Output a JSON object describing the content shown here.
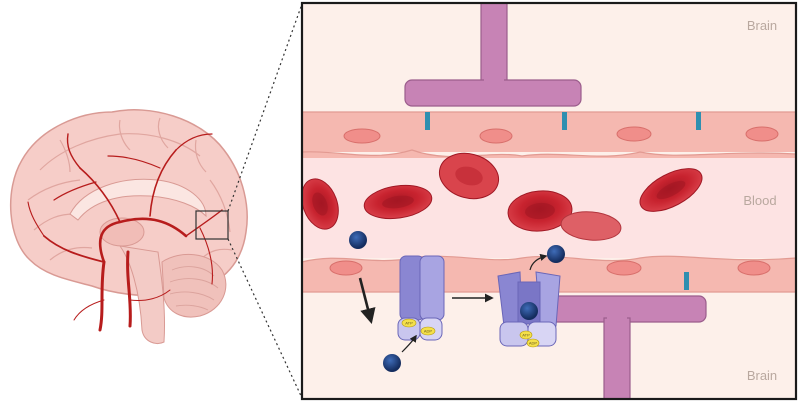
{
  "labels": {
    "brain_top": "Brain",
    "blood": "Blood",
    "brain_bottom": "Brain"
  },
  "transporter_atp": [
    "ATP",
    "ADP",
    "ATP",
    "ADP"
  ],
  "colors": {
    "brain_tissue": "#fdf0ea",
    "blood_lumen": "#fde3e3",
    "endothelium": "#f5b8b0",
    "red_blood_cell": "#c8232f",
    "transporter": "#8a86d2",
    "molecule": "#1e3f80",
    "neuron_process": "#c783b5",
    "tight_junction": "#2f8fb0",
    "artery": "#b71c1c"
  },
  "icons": [
    "brain-illustration",
    "zoom-box",
    "red-blood-cell",
    "efflux-transporter",
    "drug-molecule"
  ]
}
